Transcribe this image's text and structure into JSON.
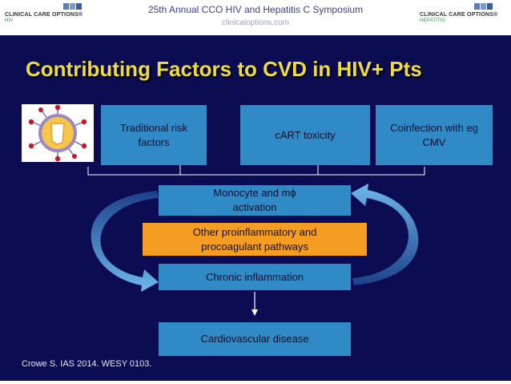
{
  "header": {
    "title": "25th Annual CCO HIV and Hepatitis C Symposium",
    "subtitle": "clinicaloptions.com",
    "logo_left": {
      "name": "CLINICAL CARE OPTIONS®",
      "sub": "HIV"
    },
    "logo_right": {
      "name": "CLINICAL CARE OPTIONS®",
      "sub": "HEPATITIS"
    }
  },
  "slide": {
    "title": "Contributing Factors to CVD in HIV+ Pts",
    "factors": [
      {
        "label": "Traditional risk factors"
      },
      {
        "label": "cART toxicity"
      },
      {
        "label": "Coinfection with eg CMV"
      }
    ],
    "cycle": {
      "top": "Monocyte and mϕ activation",
      "middle": "Other proinflammatory and procoagulant pathways",
      "bottom": "Chronic inflammation"
    },
    "outcome": "Cardiovascular disease",
    "footnote": "Crowe S. IAS 2014. WESY 0103."
  },
  "colors": {
    "background": "#0b0c52",
    "title": "#f0dc3c",
    "box_blue": "#2f8ac6",
    "box_orange": "#f59c22"
  },
  "icons": [
    "hiv-virus-illustration",
    "cycle-arrow-left",
    "cycle-arrow-right",
    "down-arrow"
  ]
}
